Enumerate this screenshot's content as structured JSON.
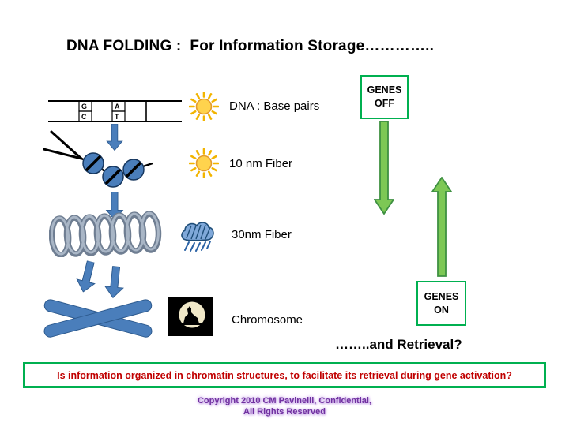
{
  "slide": {
    "title": "DNA FOLDING :  For Information Storage…………..",
    "rows": [
      {
        "label": "DNA : Base pairs",
        "icon": "sun-icon"
      },
      {
        "label": "10 nm Fiber",
        "icon": "sun-icon"
      },
      {
        "label": "30nm Fiber",
        "icon": "rain-cloud-icon"
      },
      {
        "label": "Chromosome",
        "icon": "wolf-moon-icon"
      }
    ],
    "base_pairs": {
      "left_top": "G",
      "left_bottom": "C",
      "right_top": "A",
      "right_bottom": "T"
    },
    "genes_off": {
      "line1": "GENES",
      "line2": "OFF"
    },
    "genes_on": {
      "line1": "GENES",
      "line2": "ON"
    },
    "retrieval": "……..and Retrieval?",
    "question": "Is information organized in chromatin structures, to facilitate its retrieval during gene activation?",
    "copyright": {
      "line1": "Copyright 2010 CM Pavinelli, Confidential,",
      "line2": "All Rights Reserved"
    },
    "colors": {
      "structure_blue": "#4A7EBB",
      "gene_box_green": "#00B050",
      "arrow_green_fill": "#7DC855",
      "arrow_green_stroke": "#3F9142",
      "question_red": "#C00000",
      "copyright_purple": "#7030A0",
      "coil_gray": "#6F7E92",
      "sun_yellow": "#FFD34D"
    }
  }
}
